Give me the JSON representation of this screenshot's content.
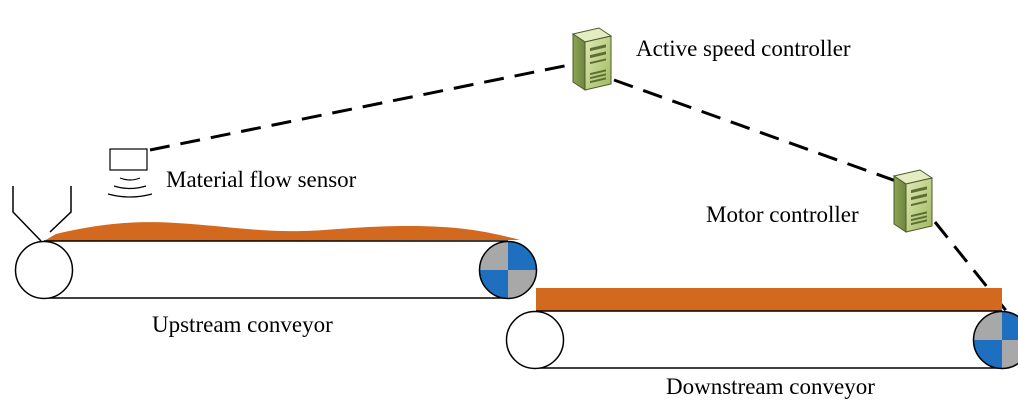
{
  "labels": {
    "active_speed_controller": "Active speed controller",
    "material_flow_sensor": "Material flow sensor",
    "motor_controller": "Motor controller",
    "upstream_conveyor": "Upstream conveyor",
    "downstream_conveyor": "Downstream conveyor"
  },
  "icons": {
    "controller": "computer-tower-icon",
    "sensor": "sensor-icon",
    "hopper": "hopper-icon",
    "drive_pulley": "drive-pulley-icon",
    "idler_pulley": "idler-pulley-icon"
  },
  "colors": {
    "material": "#d2691e",
    "pulley_blue": "#1e6fc0",
    "pulley_gray": "#a8a8a8",
    "computer_green": "#b8cc7a",
    "line": "#000000"
  }
}
